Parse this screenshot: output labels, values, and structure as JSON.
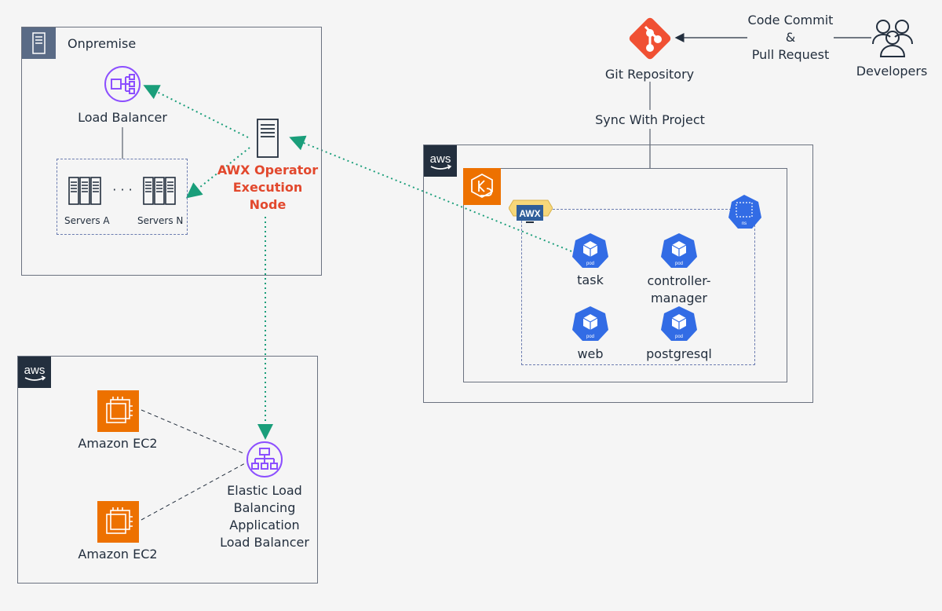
{
  "onprem": {
    "title": "Onpremise",
    "load_balancer": "Load Balancer",
    "servers_a": "Servers A",
    "servers_n": "Servers N",
    "ellipsis": "· · ·"
  },
  "awx_node": {
    "line1": "AWX Operator",
    "line2": "Execution",
    "line3": "Node"
  },
  "git": {
    "repository": "Git Repository",
    "sync": "Sync With Project",
    "commit_line1": "Code Commit",
    "commit_line2": "&",
    "commit_line3": "Pull Request",
    "developers": "Developers"
  },
  "eks": {
    "aws_logo": "aws",
    "awx_badge": "AWX",
    "namespace_icon": "ns",
    "pod_icon": "pod",
    "pods": {
      "task": "task",
      "controller_line1": "controller-",
      "controller_line2": "manager",
      "web": "web",
      "postgresql": "postgresql"
    }
  },
  "aws_bottom": {
    "aws_logo": "aws",
    "ec2_1": "Amazon EC2",
    "ec2_2": "Amazon EC2",
    "elb_line1": "Elastic Load",
    "elb_line2": "Balancing",
    "elb_line3": "Application",
    "elb_line4": "Load Balancer"
  },
  "colors": {
    "aws_orange": "#ed7100",
    "awx_red": "#e2482d",
    "git_red": "#f05033",
    "k8s_blue": "#326ce5",
    "elb_purple": "#8c4fff",
    "dotted_green": "#1a9e7a"
  }
}
